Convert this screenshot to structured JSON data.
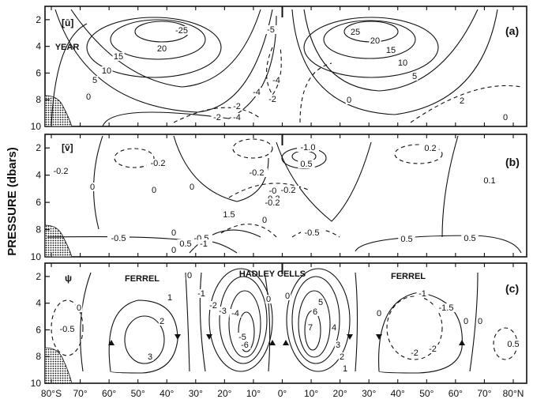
{
  "figure": {
    "y_axis_title": "PRESSURE (dbars)",
    "x_tick_labels": [
      "80°S",
      "70°",
      "60°",
      "50°",
      "40°",
      "30°",
      "20°",
      "10°",
      "0°",
      "10°",
      "20°",
      "30°",
      "40°",
      "50°",
      "60°",
      "70°",
      "80°N"
    ]
  },
  "chart_data": [
    {
      "type": "contour",
      "panel_label": "(a)",
      "field_label": "[ū]",
      "annotation": "YEAR",
      "x": [
        "80°S",
        "70°",
        "60°",
        "50°",
        "40°",
        "30°",
        "20°",
        "10°",
        "0°",
        "10°",
        "20°",
        "30°",
        "40°",
        "50°",
        "60°",
        "70°",
        "80°N"
      ],
      "ylim": [
        10,
        1
      ],
      "yticks": [
        2,
        4,
        6,
        8,
        10
      ],
      "contour_labels": [
        "-25",
        "20",
        "15",
        "10",
        "5",
        "0",
        "-5",
        "-4",
        "-2",
        "-4",
        "-2",
        "-4",
        "-2",
        "25",
        "20",
        "15",
        "10",
        "5",
        "0",
        "2",
        "0"
      ]
    },
    {
      "type": "contour",
      "panel_label": "(b)",
      "field_label": "[v̄]",
      "x": [
        "80°S",
        "70°",
        "60°",
        "50°",
        "40°",
        "30°",
        "20°",
        "10°",
        "0°",
        "10°",
        "20°",
        "30°",
        "40°",
        "50°",
        "60°",
        "70°",
        "80°N"
      ],
      "ylim": [
        10,
        1
      ],
      "yticks": [
        2,
        4,
        6,
        8,
        10
      ],
      "contour_labels": [
        "-0.2",
        "0",
        "-0.2",
        "0",
        "0",
        "-0.5",
        "-0.2",
        "-1.0",
        "0.5",
        "-0.2",
        "-0.2",
        "0.1",
        "-0.2",
        "0",
        "1.5",
        "-0.2",
        "-0.5",
        "-0.5",
        "0",
        "0.5",
        "0.5",
        "-1",
        "0",
        "0.5",
        "0.2"
      ]
    },
    {
      "type": "contour",
      "panel_label": "(c)",
      "field_label": "ψ",
      "annotations": [
        "FERREL",
        "HADLEY CELLS",
        "FERREL"
      ],
      "x": [
        "80°S",
        "70°",
        "60°",
        "50°",
        "40°",
        "30°",
        "20°",
        "10°",
        "0°",
        "10°",
        "20°",
        "30°",
        "40°",
        "50°",
        "60°",
        "70°",
        "80°N"
      ],
      "ylim": [
        10,
        1
      ],
      "yticks": [
        2,
        4,
        6,
        8,
        10
      ],
      "contour_labels": [
        "0",
        "-0.5",
        "1",
        "2",
        "3",
        "0",
        "0",
        "-1",
        "-2",
        "-3",
        "-4",
        "-5",
        "-6",
        "0",
        "5",
        "6",
        "7",
        "4",
        "3",
        "2",
        "1",
        "0",
        "-1",
        "-1.5",
        "-2",
        "-2",
        "0",
        "0",
        "0.5"
      ]
    }
  ]
}
